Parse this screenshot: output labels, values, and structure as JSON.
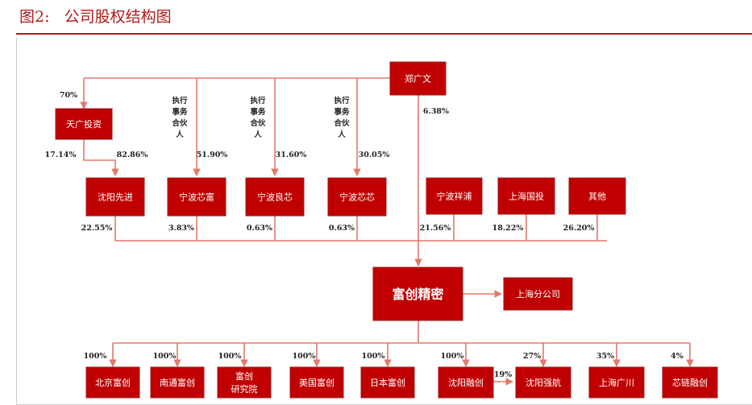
{
  "title": "图2:   公司股权结构图",
  "colors": {
    "accent": "#b11a1a",
    "box": "#c00000",
    "line": "#e07a6a"
  },
  "nodes": {
    "zheng": "郑广文",
    "tianguang": "天广投资",
    "shenyang_xianjin": "沈阳先进",
    "ningbo_xinfu": "宁波芯富",
    "ningbo_liangxin": "宁波良芯",
    "ningbo_xinxin": "宁波芯芯",
    "ningbo_xiangpu": "宁波祥浦",
    "shanghai_guotou": "上海国投",
    "qita": "其他",
    "fuchuang": "富创精密",
    "shanghai_branch": "上海分公司",
    "beijing": "北京富创",
    "nantong": "南通富创",
    "yanjiuyuan_1": "富创",
    "yanjiuyuan_2": "研究院",
    "meiguo": "美国富创",
    "riben": "日本富创",
    "shenyang_rongchuang": "沈阳融创",
    "shenyang_qianghang": "沈阳强航",
    "shanghai_guangchuan": "上海广川",
    "xinlian": "芯链融创"
  },
  "gp_note": [
    "执行",
    "事务",
    "合伙",
    "人"
  ],
  "percentages": {
    "zheng_tianguang": "70%",
    "zheng_fuchuang": "6.38%",
    "tianguang_sy": "82.86%",
    "tianguang_other": "17.14%",
    "zheng_xinfu": "51.90%",
    "zheng_liangxin": "31.60%",
    "zheng_xinxin": "30.05%",
    "sy_fc": "22.55%",
    "xinfu_fc": "3.83%",
    "liangxin_fc": "0.63%",
    "xinxin_fc": "0.63%",
    "xiangpu_fc": "21.56%",
    "guotou_fc": "18.22%",
    "qita_fc": "26.20%",
    "beijing": "100%",
    "nantong": "100%",
    "yanjiuyuan": "100%",
    "meiguo": "100%",
    "riben": "100%",
    "rongchuang": "100%",
    "qianghang": "27%",
    "guangchuan": "35%",
    "xinlian": "4%",
    "rong_qiang": "19%"
  }
}
